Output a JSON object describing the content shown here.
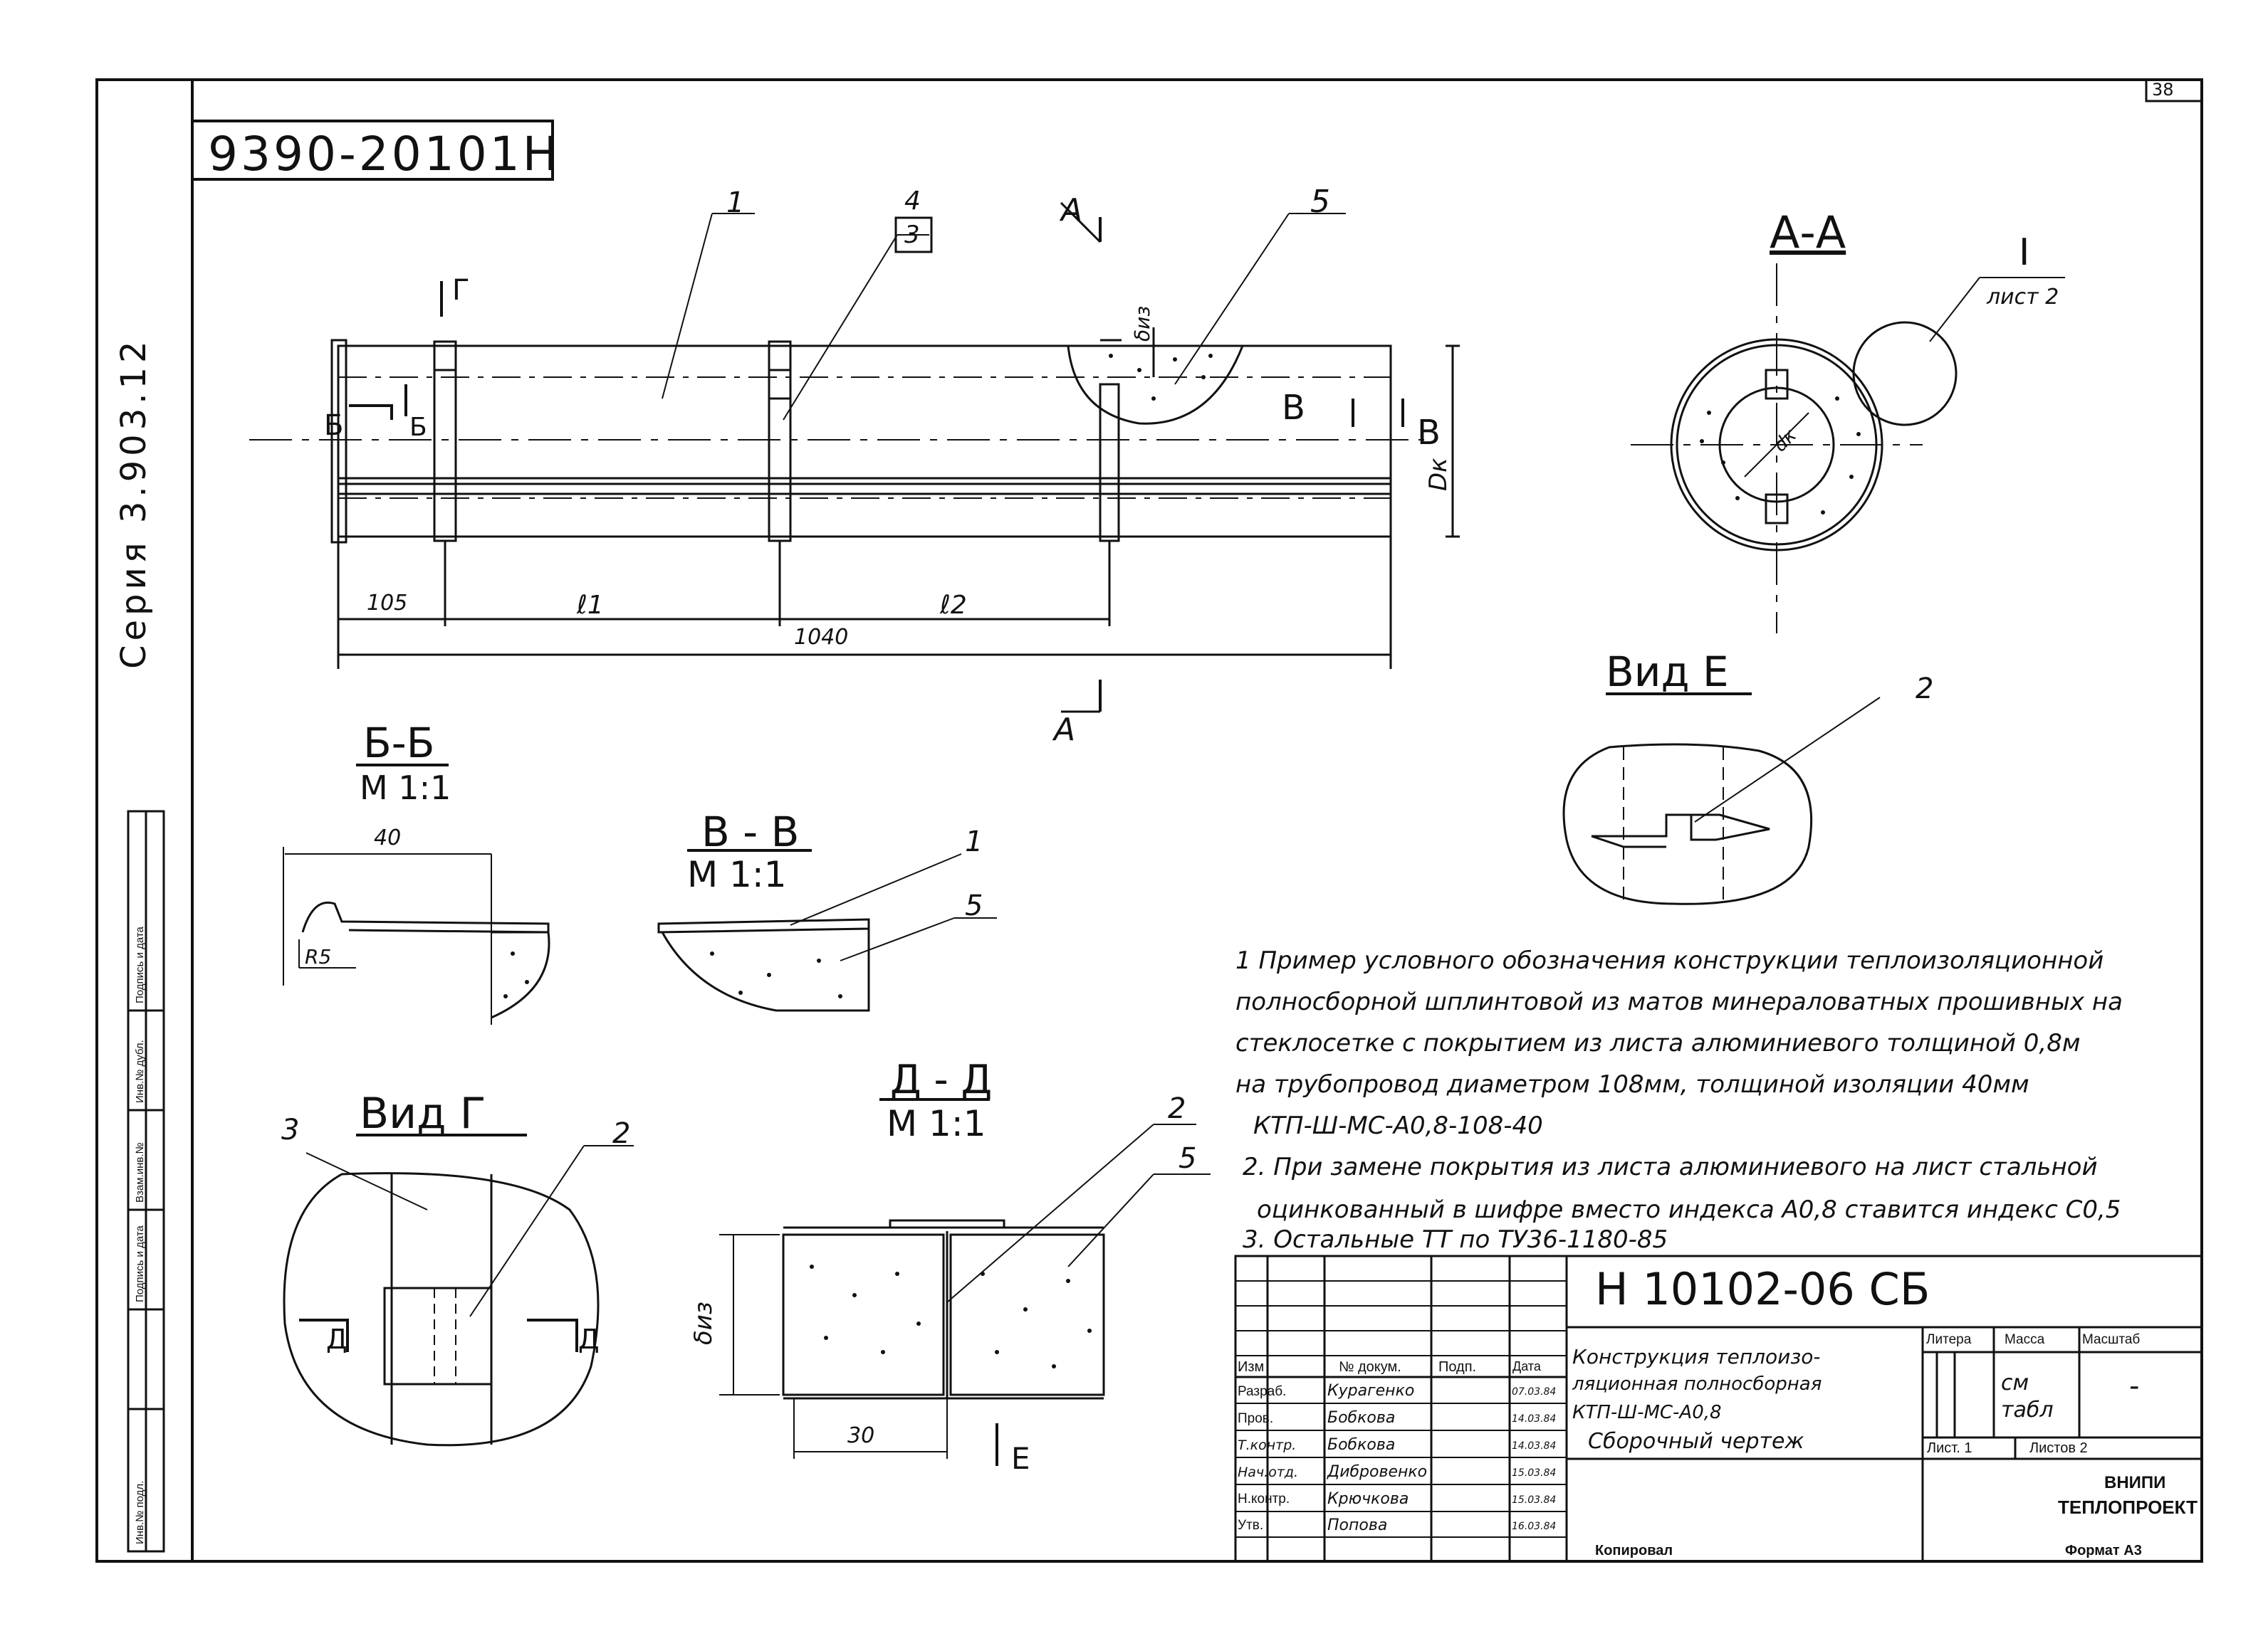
{
  "sheet_number": "38",
  "drawing_id": "9390-20101H",
  "series": "Серия  3.903.12",
  "stamp_labels": [
    "Инв.№ подл.",
    "Подпись и дата",
    "Взам.инв.№",
    "Инв.№ дубл.",
    "Подпись и дата"
  ],
  "main_view": {
    "section_aa": "А",
    "view_g": "Г",
    "section_bb": "Б",
    "section_vv": "В",
    "dk": "Dк",
    "diz": "δиз",
    "callouts": [
      "1",
      "4",
      "3",
      "5"
    ],
    "dims": {
      "d105": "105",
      "l1": "ℓ1",
      "l2": "ℓ2",
      "d1040": "1040"
    }
  },
  "section_aa": {
    "title": "А-А",
    "detail_ref": "I",
    "detail_sheet": "лист 2",
    "dk": "dк"
  },
  "section_bb": {
    "title": "Б-Б",
    "scale": "М 1:1",
    "dim40": "40",
    "r5": "R5"
  },
  "section_vv": {
    "title": "В - В",
    "scale": "М 1:1",
    "callouts": [
      "1",
      "5"
    ]
  },
  "view_e": {
    "title": "Вид Е",
    "callout": "2"
  },
  "view_g": {
    "title": "Вид Г",
    "callouts": [
      "3",
      "2"
    ],
    "cut_mark": "Д"
  },
  "section_dd": {
    "title": "Д - Д",
    "scale": "М 1:1",
    "callouts": [
      "2",
      "5"
    ],
    "diz": "δиз",
    "dim30": "30",
    "view_mark": "Е"
  },
  "notes": [
    "1 Пример условного обозначения конструкции теплоизоляционной",
    "полносборной шплинтовой из матов минераловатных прошивных на",
    "стеклосетке с покрытием из листа алюминиевого толщиной 0,8м",
    "на трубопровод диаметром 108мм, толщиной изоляции 40мм",
    "КТП-Ш-МС-А0,8-108-40",
    "2. При замене покрытия из листа алюминиевого на лист стальной",
    "оцинкованный в шифре вместо индекса А0,8 ставится индекс С0,5",
    "3. Остальные  ТТ    по ТУ36-1180-85"
  ],
  "title_block": {
    "doc_number": "Н 10102-06 СБ",
    "name_lines": [
      "Конструкция теплоизо-",
      "ляционная полносборная",
      "КТП-Ш-МС-А0,8",
      "Сборочный чертеж"
    ],
    "headers": {
      "izm": "Изм",
      "doc": "№ докум.",
      "sign": "Подп.",
      "date": "Дата"
    },
    "people": [
      {
        "role": "Разраб.",
        "name": "Курагенко",
        "date": "07.03.84"
      },
      {
        "role": "Пров.",
        "name": "Бобкова",
        "date": "14.03.84"
      },
      {
        "role": "Т.контр.",
        "name": "Бобкова",
        "date": "14.03.84"
      },
      {
        "role": "Нач.отд.",
        "name": "Дибровенко",
        "date": "15.03.84"
      },
      {
        "role": "Н.контр.",
        "name": "Крючкова",
        "date": "15.03.84"
      },
      {
        "role": "Утв.",
        "name": "Попова",
        "date": "16.03.84"
      }
    ],
    "litera_label": "Литера",
    "mass_label": "Масса",
    "scale_label": "Масштаб",
    "mass_value": "см табл",
    "scale_value": "-",
    "sheet_label": "Лист. 1",
    "sheets_label": "Листов 2",
    "org_1": "ВНИПИ",
    "org_2": "ТЕПЛОПРОЕКТ"
  },
  "footer_left": "Копировал",
  "footer_right": "Формат А3"
}
